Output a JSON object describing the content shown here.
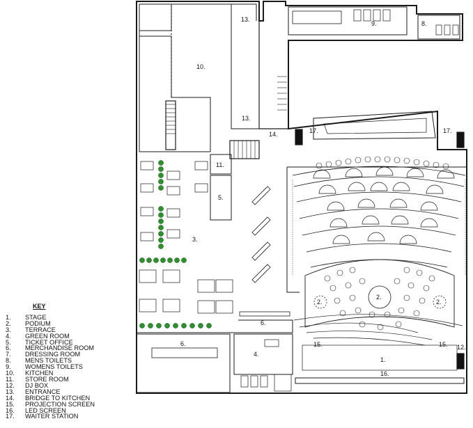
{
  "key": {
    "title": "KEY",
    "items": [
      {
        "num": "1.",
        "label": "STAGE"
      },
      {
        "num": "2.",
        "label": "PODIUM"
      },
      {
        "num": "3.",
        "label": "TERRACE"
      },
      {
        "num": "4.",
        "label": "GREEN ROOM"
      },
      {
        "num": "5.",
        "label": "TICKET OFFICE"
      },
      {
        "num": "6.",
        "label": "MERCHANDISE ROOM"
      },
      {
        "num": "7.",
        "label": "DRESSING ROOM"
      },
      {
        "num": "8.",
        "label": "MENS TOILETS"
      },
      {
        "num": "9.",
        "label": "WOMENS TOILETS"
      },
      {
        "num": "10.",
        "label": "KITCHEN"
      },
      {
        "num": "11.",
        "label": "STORE ROOM"
      },
      {
        "num": "12.",
        "label": "DJ BOX"
      },
      {
        "num": "13.",
        "label": "ENTRANCE"
      },
      {
        "num": "14.",
        "label": "BRIDGE TO KITCHEN"
      },
      {
        "num": "15.",
        "label": "PROJECTION SCREEN"
      },
      {
        "num": "16.",
        "label": "LED SCREEN"
      },
      {
        "num": "17.",
        "label": "WAITER STATION"
      }
    ]
  },
  "plan_labels": {
    "stage": "1.",
    "podium": "2.",
    "podium_left": "2.",
    "podium_right": "2.",
    "terrace": "3.",
    "green_room": "4.",
    "ticket_office": "5.",
    "merch_room": "6.",
    "dressing_room": "6.",
    "mens_toilets": "8.",
    "womens_toilets": "9.",
    "kitchen": "10.",
    "store_room": "11.",
    "dj_box": "12.",
    "entrance_top": "13.",
    "entrance_mid": "13.",
    "bridge": "14.",
    "screen_left": "15.",
    "screen_right": "15.",
    "led_screen": "16.",
    "waiter_left": "17.",
    "waiter_right": "17."
  },
  "colors": {
    "wall": "#1a1a1a",
    "plant": "#2f8f2f",
    "line": "#333333"
  }
}
